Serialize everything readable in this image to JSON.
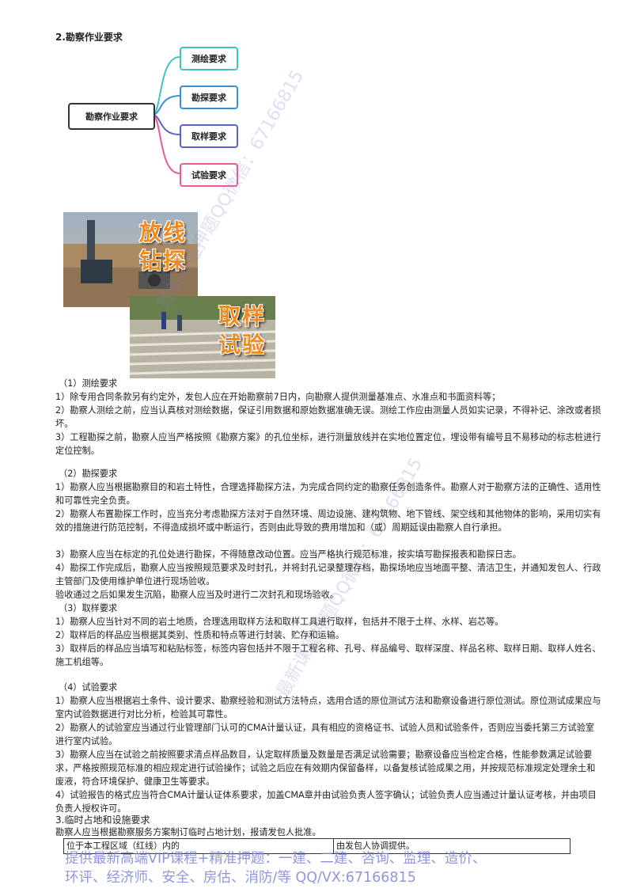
{
  "section2_title": "2.勘察作业要求",
  "mindmap": {
    "root": "勘察作业要求",
    "children": [
      {
        "label": "测绘要求",
        "color": "#3fc4c4"
      },
      {
        "label": "勘探要求",
        "color": "#3a8fd9"
      },
      {
        "label": "取样要求",
        "color": "#5a63c9"
      },
      {
        "label": "试验要求",
        "color": "#e85b9a"
      }
    ]
  },
  "photos": {
    "photo1_text": [
      "放线",
      "钻探"
    ],
    "photo2_text": [
      "取样",
      "试验"
    ]
  },
  "survey": {
    "title": "（1）测绘要求",
    "items": [
      "1）除专用合同条款另有约定外，发包人应在开始勘察前7日内，向勘察人提供测量基准点、水准点和书面资料等；",
      "2）勘察人测绘之前，应当认真核对测绘数据，保证引用数据和原始数据准确无误。测绘工作应由测量人员如实记录，不得补记、涂改或者损坏。",
      "3）工程勘探之前，勘察人应当严格按照《勘察方案》的孔位坐标，进行测量放线并在实地位置定位，埋设带有编号且不易移动的标志桩进行定位控制。"
    ]
  },
  "exploration": {
    "title": "（2）勘探要求",
    "items": [
      "1）勘察人应当根据勘察目的和岩土特性，合理选择勘探方法，为完成合同约定的勘察任务创造条件。勘察人对于勘察方法的正确性、适用性和可靠性完全负责。",
      "2）勘察人布置勘探工作时，应当充分考虑勘探方法对于自然环境、周边设施、建构筑物、地下管线、架空线和其他物体的影响，采用切实有效的措施进行防范控制，不得造成损坏或中断运行，否则由此导致的费用增加和（或）周期延误由勘察人自行承担。",
      "3）勘察人应当在标定的孔位处进行勘探，不得随意改动位置。应当严格执行规范标准，按实填写勘探报表和勘探日志。",
      "4）勘探工作完成后，勘察人应当按照规范要求及时封孔，并将封孔记录整理存档，勘探场地应当地面平整、清洁卫生，并通知发包人、行政主管部门及使用维护单位进行现场验收。",
      "验收通过之后如果发生沉陷，勘察人应当及时进行二次封孔和现场验收。"
    ]
  },
  "sampling": {
    "title": "（3）取样要求",
    "items": [
      "1）勘察人应当针对不同的岩土地质，合理选用取样方法和取样工具进行取样，包括并不限于土样、水样、岩芯等。",
      "2）取样后的样品应当根据其类别、性质和特点等进行封装、贮存和运输。",
      "3）取样后的样品应当填写和粘贴标签，标签内容包括并不限于工程名称、孔号、样品编号、取样深度、样品名称、取样日期、取样人姓名、施工机组等。"
    ]
  },
  "testing": {
    "title": "（4）试验要求",
    "items": [
      "1）勘察人应当根据岩土条件、设计要求、勘察经验和测试方法特点，选用合适的原位测试方法和勘察设备进行原位测试。原位测试成果应与室内试验数据进行对比分析，检验其可靠性。",
      "2）勘察人的试验室应当通过行业管理部门认可的CMA计量认证，具有相应的资格证书、试验人员和试验条件，否则应当委托第三方试验室进行室内试验。",
      "3）勘察人应当在试验之前按照要求清点样品数目，认定取样质量及数量是否满足试验需要；勘察设备应当检定合格，性能参数满足试验要求，严格按照规范标准的相应规定进行试验操作；试验之后应在有效期内保留备样，以备复核试验成果之用，并按规范标准规定处理余土和废液，符合环境保护、健康卫生等要求。",
      "4）试验报告的格式应当符合CMA计量认证体系要求，加盖CMA章并由试验负责人签字确认；试验负责人应当通过计量认证考核，并由项目负责人授权许可。"
    ]
  },
  "section3": {
    "title": "3.临时占地和设施要求",
    "intro": "勘察人应当根据勘察服务方案制订临时占地计划，报请发包人批准。",
    "table_left": "位于本工程区域（红线）内的",
    "table_right": "由发包人协调提供。"
  },
  "watermark": {
    "diag1": "最新课程押题QQ微信：67166815",
    "diag2": "最新课程押题QQ微信：67166815"
  },
  "footer": {
    "line1": "提供最新高端VIP课程+精准押题：一建、二建、咨询、监理、造价、",
    "line2": "环评、经济师、安全、房估、消防/等    QQ/VX:67166815"
  }
}
